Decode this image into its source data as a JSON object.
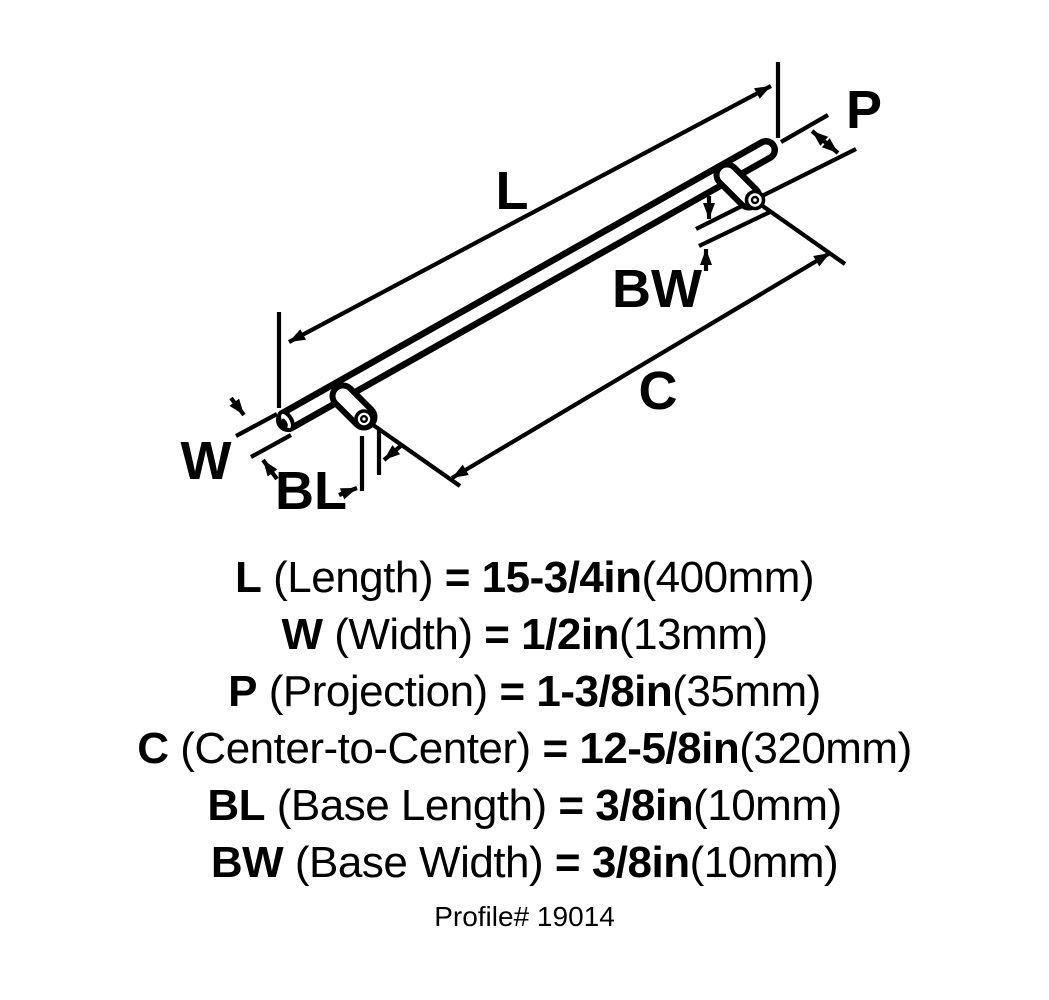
{
  "diagram": {
    "labels": {
      "length": "L",
      "width": "W",
      "projection": "P",
      "center_to_center": "C",
      "base_length": "BL",
      "base_width": "BW"
    }
  },
  "specs": {
    "rows": [
      {
        "code": "L",
        "name": "(Length)",
        "value": "= 15-3/4in",
        "metric": "(400mm)"
      },
      {
        "code": "W",
        "name": "(Width)",
        "value": "= 1/2in",
        "metric": "(13mm)"
      },
      {
        "code": "P",
        "name": "(Projection)",
        "value": "= 1-3/8in",
        "metric": "(35mm)"
      },
      {
        "code": "C",
        "name": "(Center-to-Center)",
        "value": "= 12-5/8in",
        "metric": "(320mm)"
      },
      {
        "code": "BL",
        "name": "(Base Length)",
        "value": "= 3/8in",
        "metric": "(10mm)"
      },
      {
        "code": "BW",
        "name": "(Base Width)",
        "value": "= 3/8in",
        "metric": "(10mm)"
      }
    ],
    "profile": "Profile# 19014"
  },
  "colors": {
    "ink": "#000000",
    "background": "#ffffff"
  }
}
